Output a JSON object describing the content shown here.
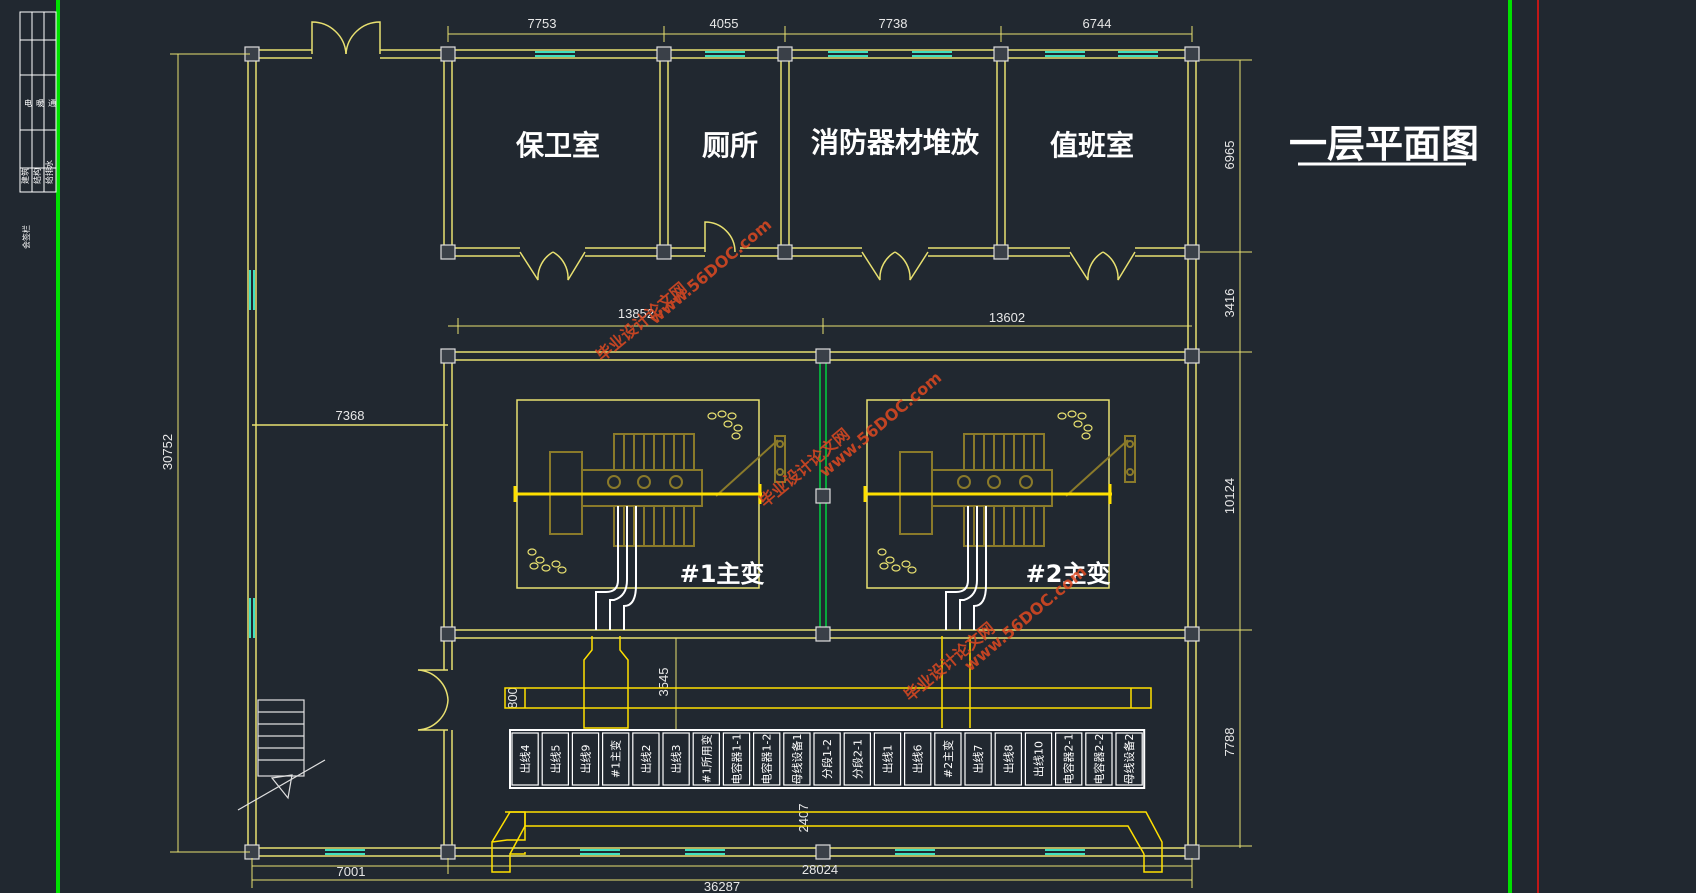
{
  "title": "一层平面图",
  "rooms": [
    {
      "id": "guard",
      "label": "保卫室"
    },
    {
      "id": "toilet",
      "label": "厕所"
    },
    {
      "id": "fire",
      "label": "消防器材堆放"
    },
    {
      "id": "duty",
      "label": "值班室"
    }
  ],
  "transformers": [
    {
      "id": "t1",
      "label": "#1主变"
    },
    {
      "id": "t2",
      "label": "#2主变"
    }
  ],
  "dimensions": {
    "top": [
      "7753",
      "4055",
      "7738",
      "6744"
    ],
    "mid": [
      "13852",
      "13602"
    ],
    "right": [
      "6965",
      "3416",
      "10124",
      "7788"
    ],
    "left_total": "30752",
    "left_room": "7368",
    "cable_w": "800",
    "cable_h": "3545",
    "bottom_gap": "2407",
    "bottom_left": "7001",
    "bottom_right": "28024",
    "bottom_total": "36287"
  },
  "panels": [
    "出线4",
    "出线5",
    "出线9",
    "#1主变",
    "出线2",
    "出线3",
    "#1所用变",
    "电容器1-1",
    "电容器1-2",
    "母线设备1",
    "分段1-2",
    "分段2-1",
    "出线1",
    "出线6",
    "#2主变",
    "出线7",
    "出线8",
    "出线10",
    "电容器2-1",
    "电容器2-2",
    "母线设备2"
  ],
  "watermarks": {
    "site": "www.56DOC.com",
    "name": "毕业设计论文网"
  },
  "legend": {
    "rows": [
      "电",
      "暖",
      "通"
    ],
    "bottom": [
      "建筑",
      "结构",
      "给排水"
    ],
    "side": "会签栏"
  }
}
